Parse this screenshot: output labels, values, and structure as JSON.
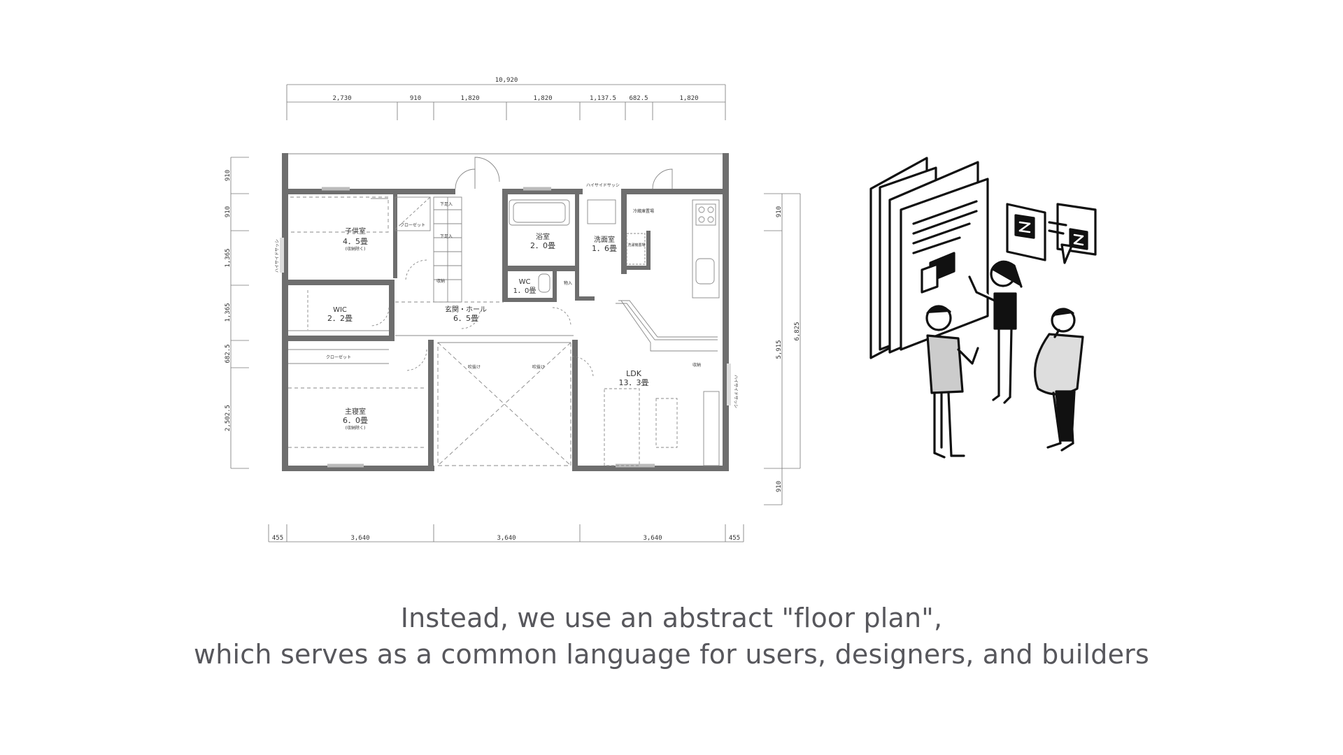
{
  "floor_plan": {
    "dimensions": {
      "top_total": "10,920",
      "top_segments": [
        "2,730",
        "910",
        "1,820",
        "1,820",
        "1,137.5",
        "682.5",
        "1,820"
      ],
      "bottom_segments": [
        "455",
        "3,640",
        "3,640",
        "3,640",
        "455"
      ],
      "left_segments": [
        "910",
        "910",
        "1,365",
        "1,365",
        "682.5",
        "2,502.5"
      ],
      "right_segments": [
        "910",
        "5,915",
        "910"
      ],
      "right_total": "6,825"
    },
    "rooms": {
      "kids_room": {
        "name": "子供室",
        "size": "4．5畳",
        "note": "(収納除く)"
      },
      "closet_a": "クローゼット",
      "storage_a": "下足入",
      "storage_b": "下足入",
      "bath": {
        "name": "浴室",
        "size": "2．0畳"
      },
      "washroom": {
        "name": "洗面室",
        "size": "1．6畳"
      },
      "wc": {
        "name": "WC",
        "size": "1．0畳"
      },
      "wic": {
        "name": "WIC",
        "size": "2．2畳"
      },
      "hall": {
        "name": "玄関・ホール",
        "size": "6．5畳"
      },
      "closet_b": "クローゼット",
      "master": {
        "name": "主寝室",
        "size": "6．0畳",
        "note": "(収納除く)"
      },
      "ldk": {
        "name": "LDK",
        "size": "13．3畳"
      },
      "high_sash_top": "ハイサイドサッシ",
      "high_sash_left": "ハイサイドサッシ",
      "high_sash_right": "ハイサイドサッシ",
      "fridge": "冷蔵庫置場",
      "washer": "洗濯機置場",
      "storage_c": "物入",
      "shelf_a": "吹抜け",
      "shelf_b": "吹抜け",
      "pantry": "収納",
      "pantry_b": "収納"
    }
  },
  "caption": {
    "line1": "Instead, we use an abstract \"floor plan\",",
    "line2": "which serves as a common language for users, designers, and builders"
  }
}
